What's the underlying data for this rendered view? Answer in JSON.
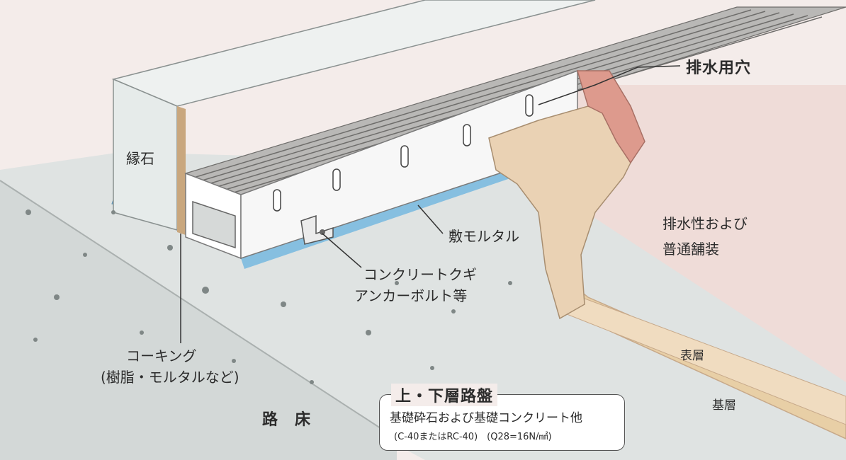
{
  "labels": {
    "curb_stone": "縁石",
    "drain_hole": "排水用穴",
    "bed_mortar": "敷モルタル",
    "anchor_line1": "コンクリートクギ",
    "anchor_line2": "アンカーボルト等",
    "pavement_line1": "排水性および",
    "pavement_line2": "普通舗装",
    "caulking_line1": "コーキング",
    "caulking_line2": "(樹脂・モルタルなど)",
    "surface_layer": "表層",
    "base_layer": "基層",
    "subgrade": "路　床",
    "roadbed_title": "上・下層路盤",
    "roadbed_line1": "基礎砕石および基礎コンクリート他",
    "roadbed_line2": "(C-40またはRC-40)　(Q28=16N/㎟)"
  },
  "colors": {
    "background": "#f4ecea",
    "concrete": "#dfe3e2",
    "mortar": "#9fcfea",
    "pavement_cut": "#ead2b4",
    "pavement_top": "#dd9a8d",
    "channel": "#ffffff"
  }
}
